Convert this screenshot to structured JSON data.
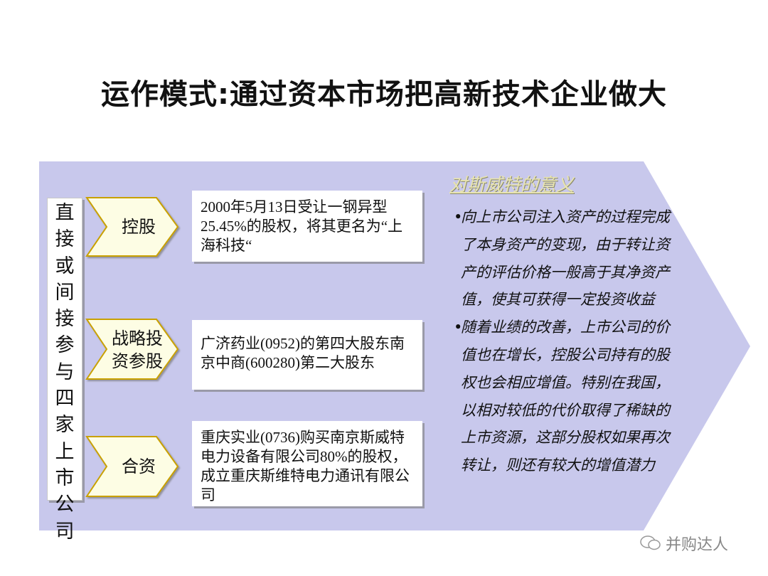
{
  "title": "运作模式:通过资本市场把高新技术企业做大",
  "vertical_label": [
    "直",
    "接",
    "或",
    "间",
    "接",
    "参",
    "与",
    "四",
    "家",
    "上",
    "市",
    "公",
    "司"
  ],
  "rows": [
    {
      "label": "控股",
      "text": "2000年5月13日受让一钢异型25.45%的股权，将其更名为“上海科技“"
    },
    {
      "label": "战略投资参股",
      "label_lines": [
        "战略投",
        "资参股"
      ],
      "text": "广济药业(0952)的第四大股东南京中商(600280)第二大股东"
    },
    {
      "label": "合资",
      "text": "重庆实业(0736)购买南京斯威特电力设备有限公司80%的股权，成立重庆斯维特电力通讯有限公司"
    }
  ],
  "significance": {
    "title": "对斯威特的意义",
    "bullets": [
      "向上市公司注入资产的过程完成了本身资产的变现，由于转让资产的评估价格一般高于其净资产值，使其可获得一定投资收益",
      "随着业绩的改善，上市公司的价值也在增长，控股公司持有的股权也会相应增值。特别在我国，以相对较低的代价取得了稀缺的上市资源，这部分股权如果再次转让，则还有较大的增值潜力"
    ]
  },
  "watermark": "并购达人",
  "colors": {
    "panel": "#c8c8ec",
    "chevron": "#fdfde4",
    "chevron_border": "#c9a100",
    "accent_title": "#e8e4b0"
  }
}
